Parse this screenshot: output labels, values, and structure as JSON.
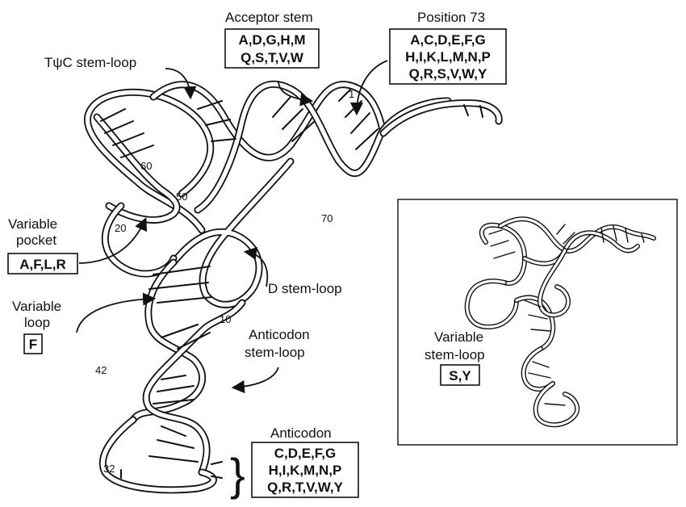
{
  "labels": {
    "acceptor_stem": "Acceptor stem",
    "position_73": "Position 73",
    "tpsic_stem_loop": "TψC stem-loop",
    "variable_pocket_line1": "Variable",
    "variable_pocket_line2": "pocket",
    "d_stem_loop": "D stem-loop",
    "variable_loop_line1": "Variable",
    "variable_loop_line2": "loop",
    "anticodon_stem_loop_line1": "Anticodon",
    "anticodon_stem_loop_line2": "stem-loop",
    "anticodon": "Anticodon",
    "variable_stem_loop_line1": "Variable",
    "variable_stem_loop_line2": "stem-loop"
  },
  "boxes": {
    "acceptor_stem": [
      "A,D,G,H,M",
      "Q,S,T,V,W"
    ],
    "position_73": [
      "A,C,D,E,F,G",
      "H,I,K,L,M,N,P",
      "Q,R,S,V,W,Y"
    ],
    "variable_pocket": [
      "A,F,L,R"
    ],
    "variable_loop": [
      "F"
    ],
    "anticodon": [
      "C,D,E,F,G",
      "H,I,K,M,N,P",
      "Q,R,T,V,W,Y"
    ],
    "variable_stem_loop": [
      "S,Y"
    ]
  },
  "numbers": {
    "n1": "1",
    "n10": "10",
    "n20": "20",
    "n32": "32",
    "n42": "42",
    "n50": "50",
    "n60": "60",
    "n70": "70"
  },
  "brace": "}"
}
